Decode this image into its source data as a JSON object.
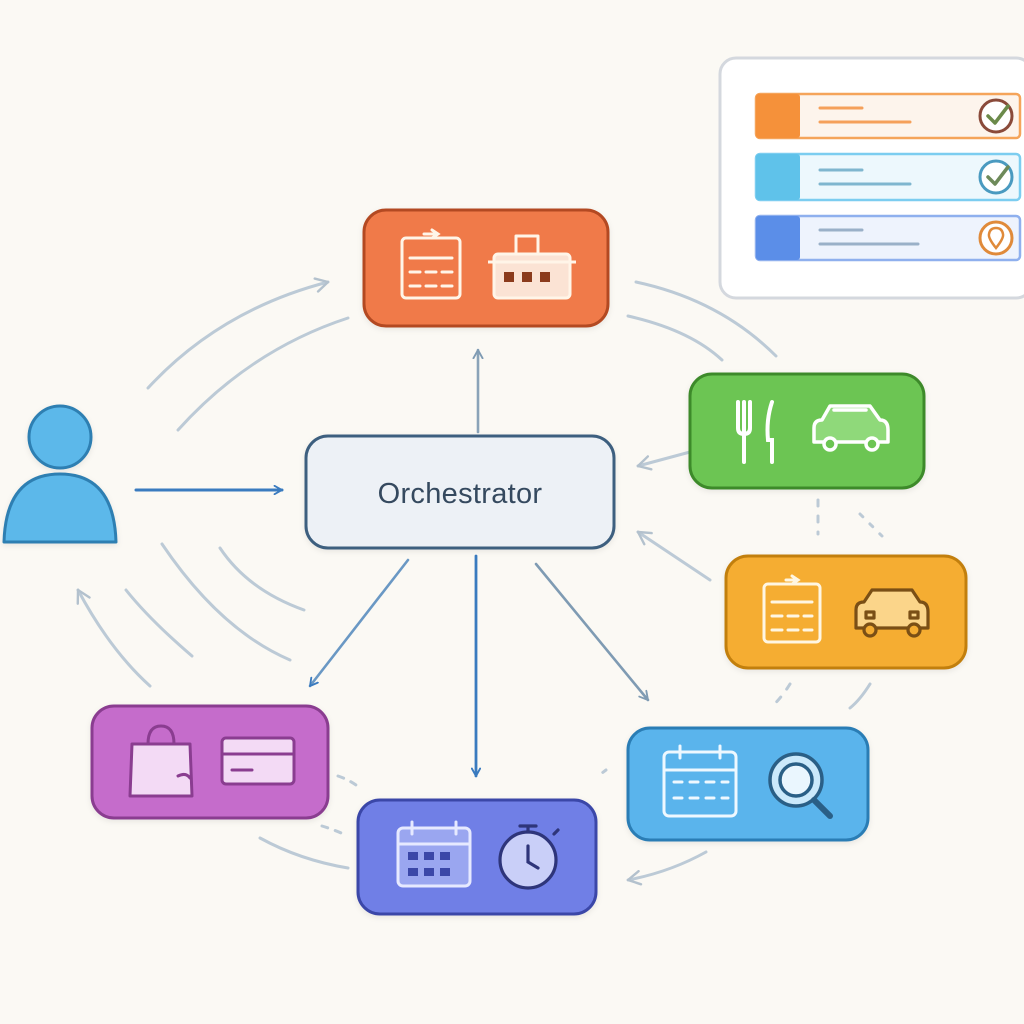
{
  "orchestrator": {
    "label": "Orchestrator"
  },
  "user": {
    "icon": "user-icon",
    "color": "#5bb8ea"
  },
  "agents": [
    {
      "id": "agent-top",
      "color": "#f07a48",
      "icons": [
        "calendar-icon",
        "hotel-icon"
      ]
    },
    {
      "id": "agent-dining-transport",
      "color": "#6cc552",
      "icons": [
        "fork-knife-icon",
        "car-icon"
      ]
    },
    {
      "id": "agent-schedule-car",
      "color": "#f5ad30",
      "icons": [
        "calendar-icon",
        "car-icon"
      ]
    },
    {
      "id": "agent-calendar-search",
      "color": "#5ab4ec",
      "icons": [
        "calendar-icon",
        "search-icon"
      ]
    },
    {
      "id": "agent-calendar-timer",
      "color": "#6f7fe6",
      "icons": [
        "calendar-icon",
        "stopwatch-icon"
      ]
    },
    {
      "id": "agent-shopping-payment",
      "color": "#c56ccb",
      "icons": [
        "shopping-bag-icon",
        "credit-card-icon"
      ]
    }
  ],
  "task_panel": {
    "rows": [
      {
        "color": "#f5913a",
        "status_icon": "checkmark-icon",
        "status_color": "#8a4a3a"
      },
      {
        "color": "#5fc2ea",
        "status_icon": "checkmark-icon",
        "status_color": "#4a9ac0"
      },
      {
        "color": "#5b8ee8",
        "status_icon": "location-pin-icon",
        "status_color": "#e08a3a"
      }
    ]
  },
  "colors": {
    "arrow_primary": "#3a7bbf",
    "arrow_faint": "#b8c6d2",
    "orchestrator_fill": "#edf1f6",
    "orchestrator_stroke": "#3d5e7f"
  }
}
